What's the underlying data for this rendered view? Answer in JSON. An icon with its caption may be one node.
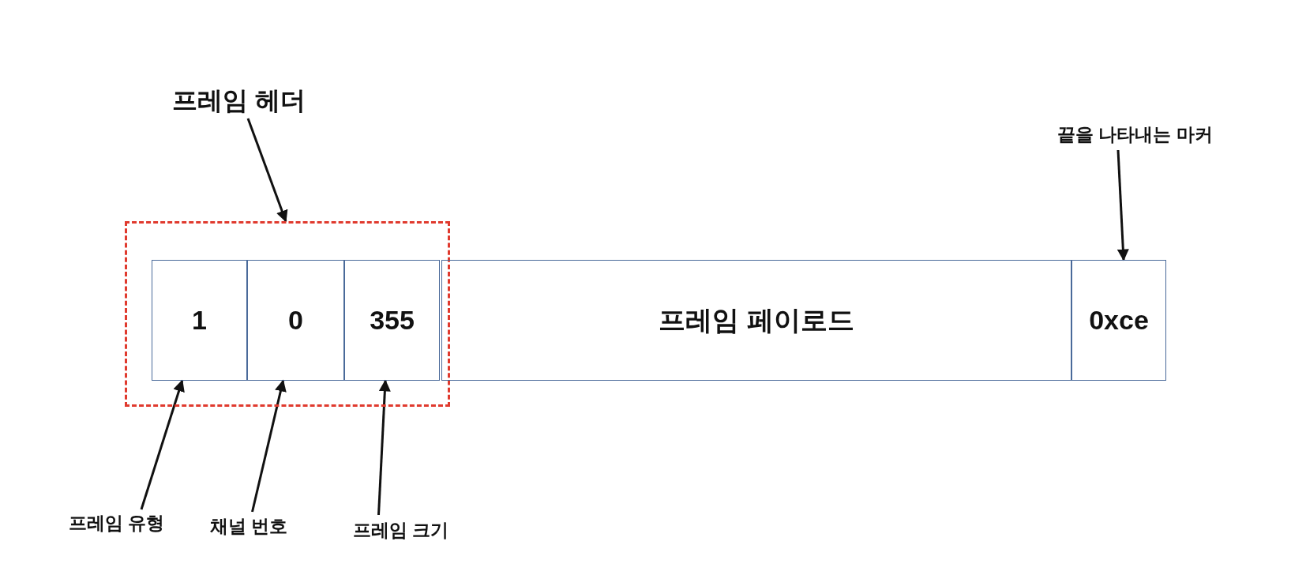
{
  "diagram": {
    "nodes": [
      {
        "text": [
          "프레임 헤더"
        ]
      },
      {
        "text": [],
        "shape": "box"
      },
      {
        "text": [
          "1"
        ],
        "in": 1
      },
      {
        "text": [
          "0"
        ],
        "in": 1
      },
      {
        "text": [
          "355"
        ],
        "in": 1
      },
      {
        "text": [
          "프레임 페이로드"
        ]
      },
      {
        "text": [
          "0xce"
        ]
      },
      {
        "text": [
          "끝을 나타내는 마커"
        ]
      },
      {
        "text": [
          "프레임 유형"
        ]
      },
      {
        "text": [
          "채널 번호"
        ]
      },
      {
        "text": [
          "프레임 크기"
        ]
      }
    ],
    "edges": [
      {
        "from": 0,
        "to": 1,
        "arrow": "to"
      },
      {
        "from": 7,
        "to": 6,
        "arrow": "to"
      },
      {
        "from": 8,
        "to": 2,
        "arrow": "to"
      },
      {
        "from": 9,
        "to": 3,
        "arrow": "to"
      },
      {
        "from": 10,
        "to": 4,
        "arrow": "to"
      }
    ]
  }
}
